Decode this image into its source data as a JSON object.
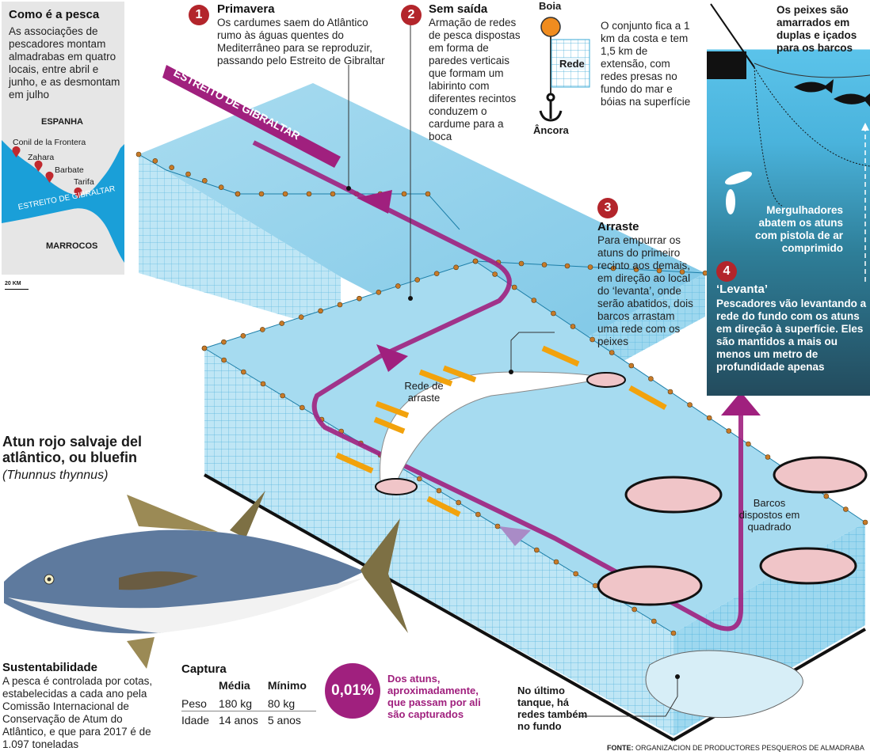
{
  "map_panel": {
    "title": "Como é a pesca",
    "description": "As associações de pescadores montam almadrabas em quatro locais, entre abril e junho, e as desmontam em julho",
    "countries": {
      "north": "ESPANHA",
      "south": "MARROCOS"
    },
    "strait_label": "ESTREITO DE GIBRALTAR",
    "locations": [
      "Conil de la Frontera",
      "Zahara",
      "Barbate",
      "Tarifa"
    ],
    "scale": "20 KM",
    "colors": {
      "sea": "#1a9fd8",
      "land": "#e6e6e6",
      "pin": "#c0292f"
    }
  },
  "steps": [
    {
      "number": "1",
      "title": "Primavera",
      "text": "Os cardumes saem do Atlântico rumo às águas quentes do Mediterrâneo para se reproduzir, passando pelo Estreito de Gibraltar"
    },
    {
      "number": "2",
      "title": "Sem saída",
      "text": "Armação de redes de pesca dispostas em forma de paredes verticais que formam um labirinto com diferentes recintos conduzem o cardume para a boca"
    },
    {
      "number": "3",
      "title": "Arraste",
      "text": "Para empurrar os atuns do primeiro recinto aos demais, em direção ao local do ‘levanta’, onde serão abatidos, dois barcos arrastam uma rede com os peixes"
    },
    {
      "number": "4",
      "title": "‘Levanta’",
      "text": "Pescadores vão levantando a rede do fundo com os atuns em direção à superfície. Eles são mantidos a mais ou menos um metro de profundidade apenas"
    }
  ],
  "legend": {
    "buoy": "Boia",
    "net": "Rede",
    "anchor": "Âncora",
    "description": "O conjunto fica a 1 km da costa e tem 1,5 km de extensão, com redes presas no fundo do mar e bóias na superfície"
  },
  "right_panel": {
    "top_caption": "Os peixes são amarrados em duplas e içados para os barcos",
    "divers_caption": "Mergulhadores abatem os atuns com pistola de ar comprimido"
  },
  "diagram": {
    "strait_band": "ESTREITO DE GIBRALTAR",
    "drag_net_label": "Rede de arraste",
    "boats_label": "Barcos dispostos em quadrado",
    "bottom_net_label": "No último tanque, há redes também no fundo",
    "colors": {
      "route": "#a0207e",
      "route_light": "#a98bc6",
      "drag_arrows": "#f2a20c",
      "water": "#8fd3ee",
      "net_grid": "#3aa8d6",
      "buoy": "#c77a28"
    }
  },
  "species": {
    "title": "Atun rojo salvaje del atlântico, ou bluefin",
    "scientific_name": "(Thunnus thynnus)"
  },
  "sustainability": {
    "title": "Sustentabilidade",
    "text": "A pesca é controlada por cotas, estabelecidas a cada ano pela Comissão Internacional de Conservação de Atum do Atlântico, e que para 2017 é de 1.097 toneladas"
  },
  "capture": {
    "title": "Captura",
    "columns": [
      "",
      "Média",
      "Mínimo"
    ],
    "rows": [
      [
        "Peso",
        "180 kg",
        "80 kg"
      ],
      [
        "Idade",
        "14 anos",
        "5 anos"
      ]
    ]
  },
  "stat": {
    "value": "0,01%",
    "text": "Dos atuns, aproximadamente, que passam por ali são capturados"
  },
  "source": {
    "label": "FONTE:",
    "text": "ORGANIZACION DE PRODUCTORES PESQUEROS DE ALMADRABA"
  }
}
